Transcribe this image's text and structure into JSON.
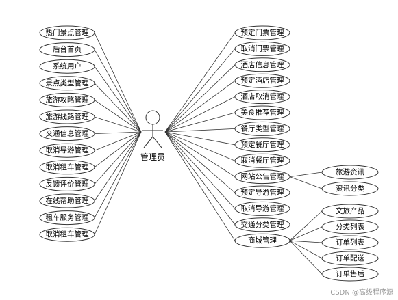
{
  "actor": {
    "label": "管理员"
  },
  "left_nodes": [
    "热门景点管理",
    "后台首页",
    "系统用户",
    "景点类型管理",
    "旅游攻略管理",
    "旅游线路管理",
    "交通信息管理",
    "取消导游管理",
    "取消租车管理",
    "反馈评价管理",
    "在线帮助管理",
    "租车服务管理",
    "取消租车管理"
  ],
  "right_nodes": [
    "预定门票管理",
    "取消门票管理",
    "酒店信息管理",
    "预定酒店管理",
    "酒店取消管理",
    "美食推荐管理",
    "餐厅类型管理",
    "预定餐厅管理",
    "取消餐厅管理",
    "网站公告管理",
    "预定导游管理",
    "取消导游管理",
    "交通分类管理",
    "商城管理"
  ],
  "sub_announcement": [
    "旅游资讯",
    "资讯分类"
  ],
  "sub_mall": [
    "文旅产品",
    "分类列表",
    "订单列表",
    "订单配送",
    "订单售后"
  ],
  "watermark": "CSDN @高级程序源"
}
